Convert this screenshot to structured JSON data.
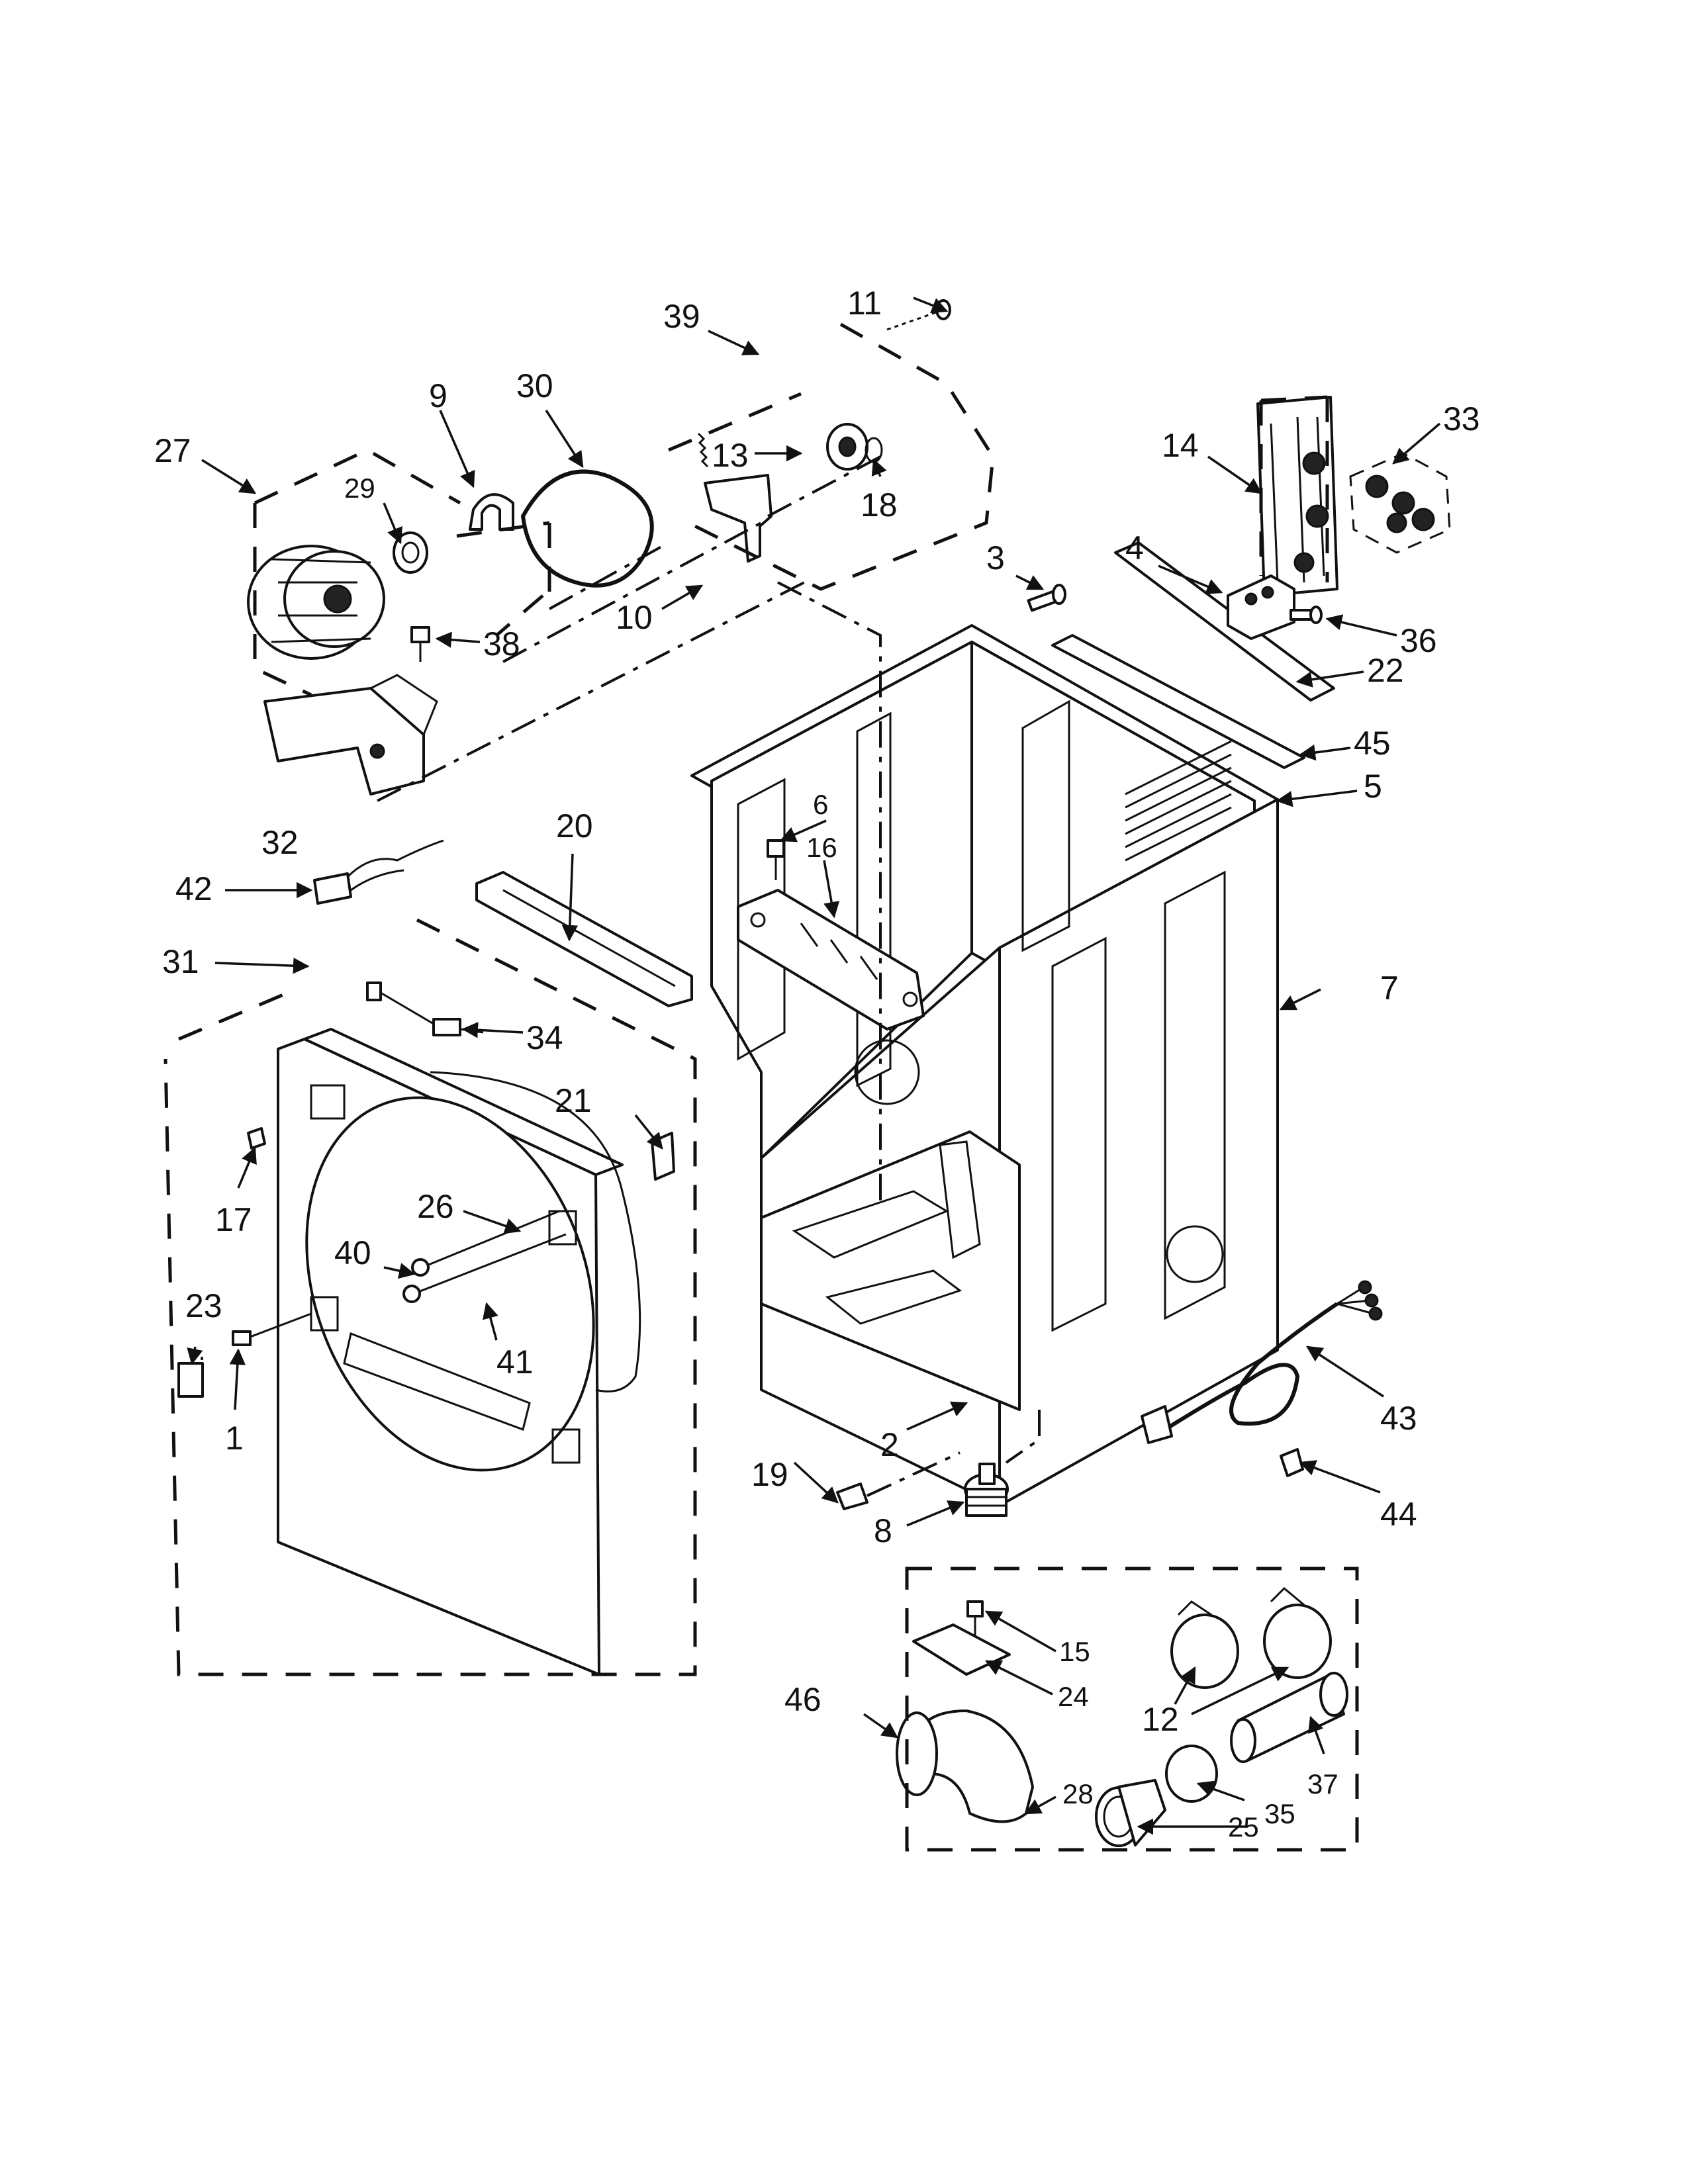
{
  "diagram": {
    "callouts": [
      "1",
      "2",
      "3",
      "4",
      "5",
      "6",
      "7",
      "8",
      "9",
      "10",
      "11",
      "12",
      "13",
      "14",
      "15",
      "16",
      "17",
      "18",
      "19",
      "20",
      "21",
      "22",
      "23",
      "24",
      "25",
      "26",
      "27",
      "28",
      "29",
      "30",
      "31",
      "32",
      "33",
      "34",
      "35",
      "36",
      "37",
      "38",
      "39",
      "40",
      "41",
      "42",
      "43",
      "44",
      "45",
      "46"
    ]
  },
  "labels": {
    "c1": "1",
    "c2": "2",
    "c3": "3",
    "c4": "4",
    "c5": "5",
    "c6": "6",
    "c7": "7",
    "c8": "8",
    "c9": "9",
    "c10": "10",
    "c11": "11",
    "c12": "12",
    "c13": "13",
    "c14": "14",
    "c15": "15",
    "c16": "16",
    "c17": "17",
    "c18": "18",
    "c19": "19",
    "c20": "20",
    "c21": "21",
    "c22": "22",
    "c23": "23",
    "c24": "24",
    "c25": "25",
    "c26": "26",
    "c27": "27",
    "c28": "28",
    "c29": "29",
    "c30": "30",
    "c31": "31",
    "c32": "32",
    "c33": "33",
    "c34": "34",
    "c35": "35",
    "c36": "36",
    "c37": "37",
    "c38": "38",
    "c39": "39",
    "c40": "40",
    "c41": "41",
    "c42": "42",
    "c43": "43",
    "c44": "44",
    "c45": "45",
    "c46": "46"
  }
}
